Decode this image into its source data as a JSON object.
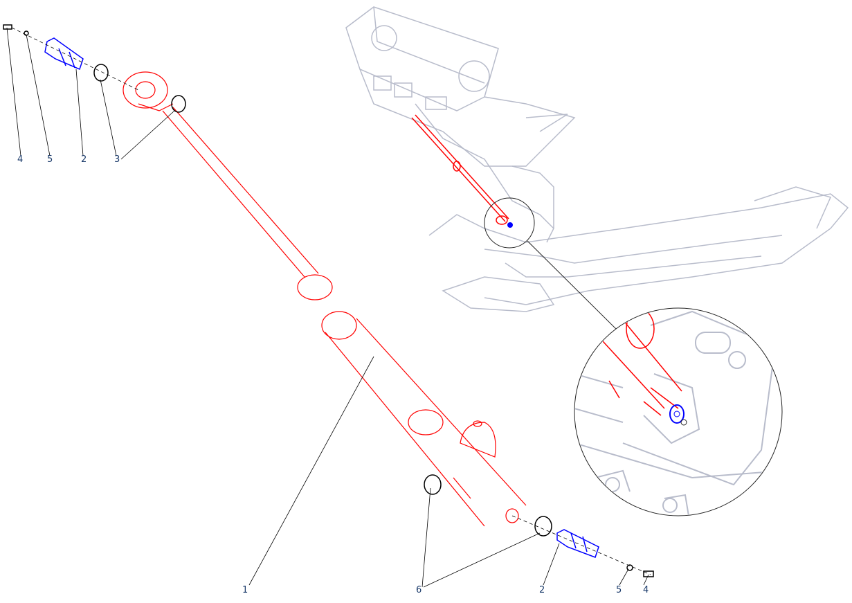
{
  "callouts": {
    "top_bolt": "4",
    "top_washer": "5",
    "top_pin": "2",
    "top_bushing": "3",
    "cylinder": "1",
    "bottom_washers": "6",
    "bottom_pin": "2",
    "bottom_washer": "5",
    "bottom_bolt": "4"
  },
  "colors": {
    "cylinder": "#ff0000",
    "pin": "#0000ff",
    "frame": "#b8bccb",
    "leader": "#000000"
  }
}
